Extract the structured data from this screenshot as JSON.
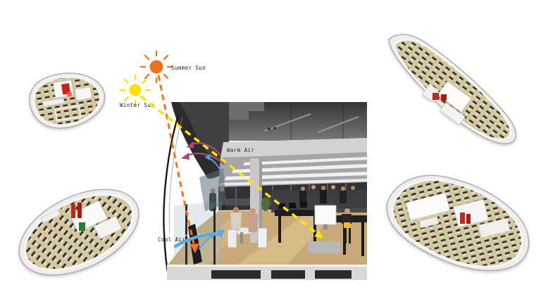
{
  "page": {
    "background": "#ffffff"
  },
  "annotations": {
    "summer_sun": {
      "label": "Summer Sun",
      "color": "#f07022",
      "ray_color": "#f5731d"
    },
    "winter_sun": {
      "label": "Winter Sun",
      "color": "#ffdf10",
      "ray_color": "#ffe400"
    },
    "warm_air": {
      "label": "Warm Air",
      "color": "#a84a6e"
    },
    "cool_air": {
      "label": "Cool Air",
      "color": "#5fa8dc"
    }
  },
  "palette": {
    "floor_tan": "#d3c7a0",
    "desk_dark": "#35322e",
    "accent_red": "#c1271d",
    "accent_green": "#2f7a35",
    "wall_white": "#f1f1f1",
    "section_dark": "#3a3a3a",
    "wood_floor": "#c9a977"
  }
}
